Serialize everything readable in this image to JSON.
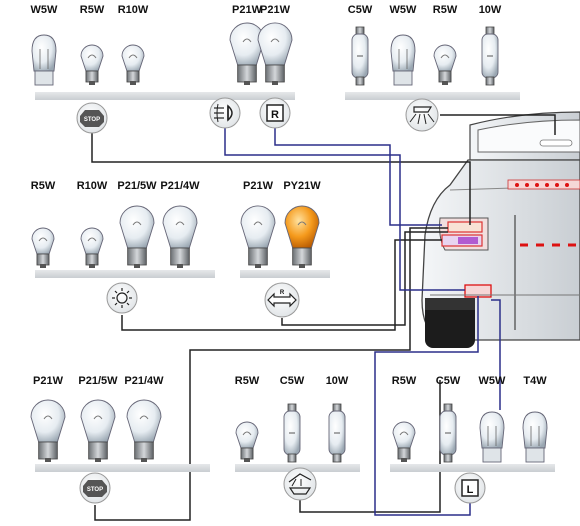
{
  "groups": [
    {
      "id": "top-left",
      "function": "brake-light-icon",
      "bulbs": [
        {
          "code": "W5W",
          "kind": "wedge"
        },
        {
          "code": "R5W",
          "kind": "round"
        },
        {
          "code": "R10W",
          "kind": "round"
        }
      ],
      "symbol_text": "STOP"
    },
    {
      "id": "top-middle",
      "function": "fog-and-reverse-icons",
      "bulbs": [
        {
          "code": "P21W",
          "kind": "large"
        },
        {
          "code": "P21W",
          "kind": "large"
        }
      ],
      "symbol_text_reverse": "R"
    },
    {
      "id": "top-right",
      "function": "number-plate-light-icon",
      "bulbs": [
        {
          "code": "C5W",
          "kind": "festoon"
        },
        {
          "code": "W5W",
          "kind": "wedge"
        },
        {
          "code": "R5W",
          "kind": "round"
        },
        {
          "code": "10W",
          "kind": "festoon"
        }
      ]
    },
    {
      "id": "mid-left",
      "function": "side-light-icon",
      "bulbs": [
        {
          "code": "R5W",
          "kind": "round"
        },
        {
          "code": "R10W",
          "kind": "round"
        },
        {
          "code": "P21/5W",
          "kind": "large"
        },
        {
          "code": "P21/4W",
          "kind": "large"
        }
      ]
    },
    {
      "id": "mid-center",
      "function": "indicator-icon",
      "bulbs": [
        {
          "code": "P21W",
          "kind": "large"
        },
        {
          "code": "PY21W",
          "kind": "amber"
        }
      ],
      "symbol_text": "R"
    },
    {
      "id": "bottom-left",
      "function": "stop-tail-icon",
      "bulbs": [
        {
          "code": "P21W",
          "kind": "large"
        },
        {
          "code": "P21/5W",
          "kind": "large"
        },
        {
          "code": "P21/4W",
          "kind": "large"
        }
      ],
      "symbol_text": "STOP"
    },
    {
      "id": "bottom-middle",
      "function": "interior-light-icon",
      "bulbs": [
        {
          "code": "R5W",
          "kind": "round"
        },
        {
          "code": "C5W",
          "kind": "festoon"
        },
        {
          "code": "10W",
          "kind": "festoon"
        }
      ]
    },
    {
      "id": "bottom-right",
      "function": "licence-plate-icon",
      "bulbs": [
        {
          "code": "R5W",
          "kind": "round"
        },
        {
          "code": "C5W",
          "kind": "festoon"
        },
        {
          "code": "W5W",
          "kind": "wedge"
        },
        {
          "code": "T4W",
          "kind": "wedge"
        }
      ],
      "symbol_text": "L"
    }
  ],
  "colors": {
    "wire_black": "#222222",
    "wire_blue": "#2b2f8a",
    "glass": "#eef3f7",
    "amber": "#f08a10",
    "shelf": "#d9dde0",
    "car": "#e8ebee"
  }
}
